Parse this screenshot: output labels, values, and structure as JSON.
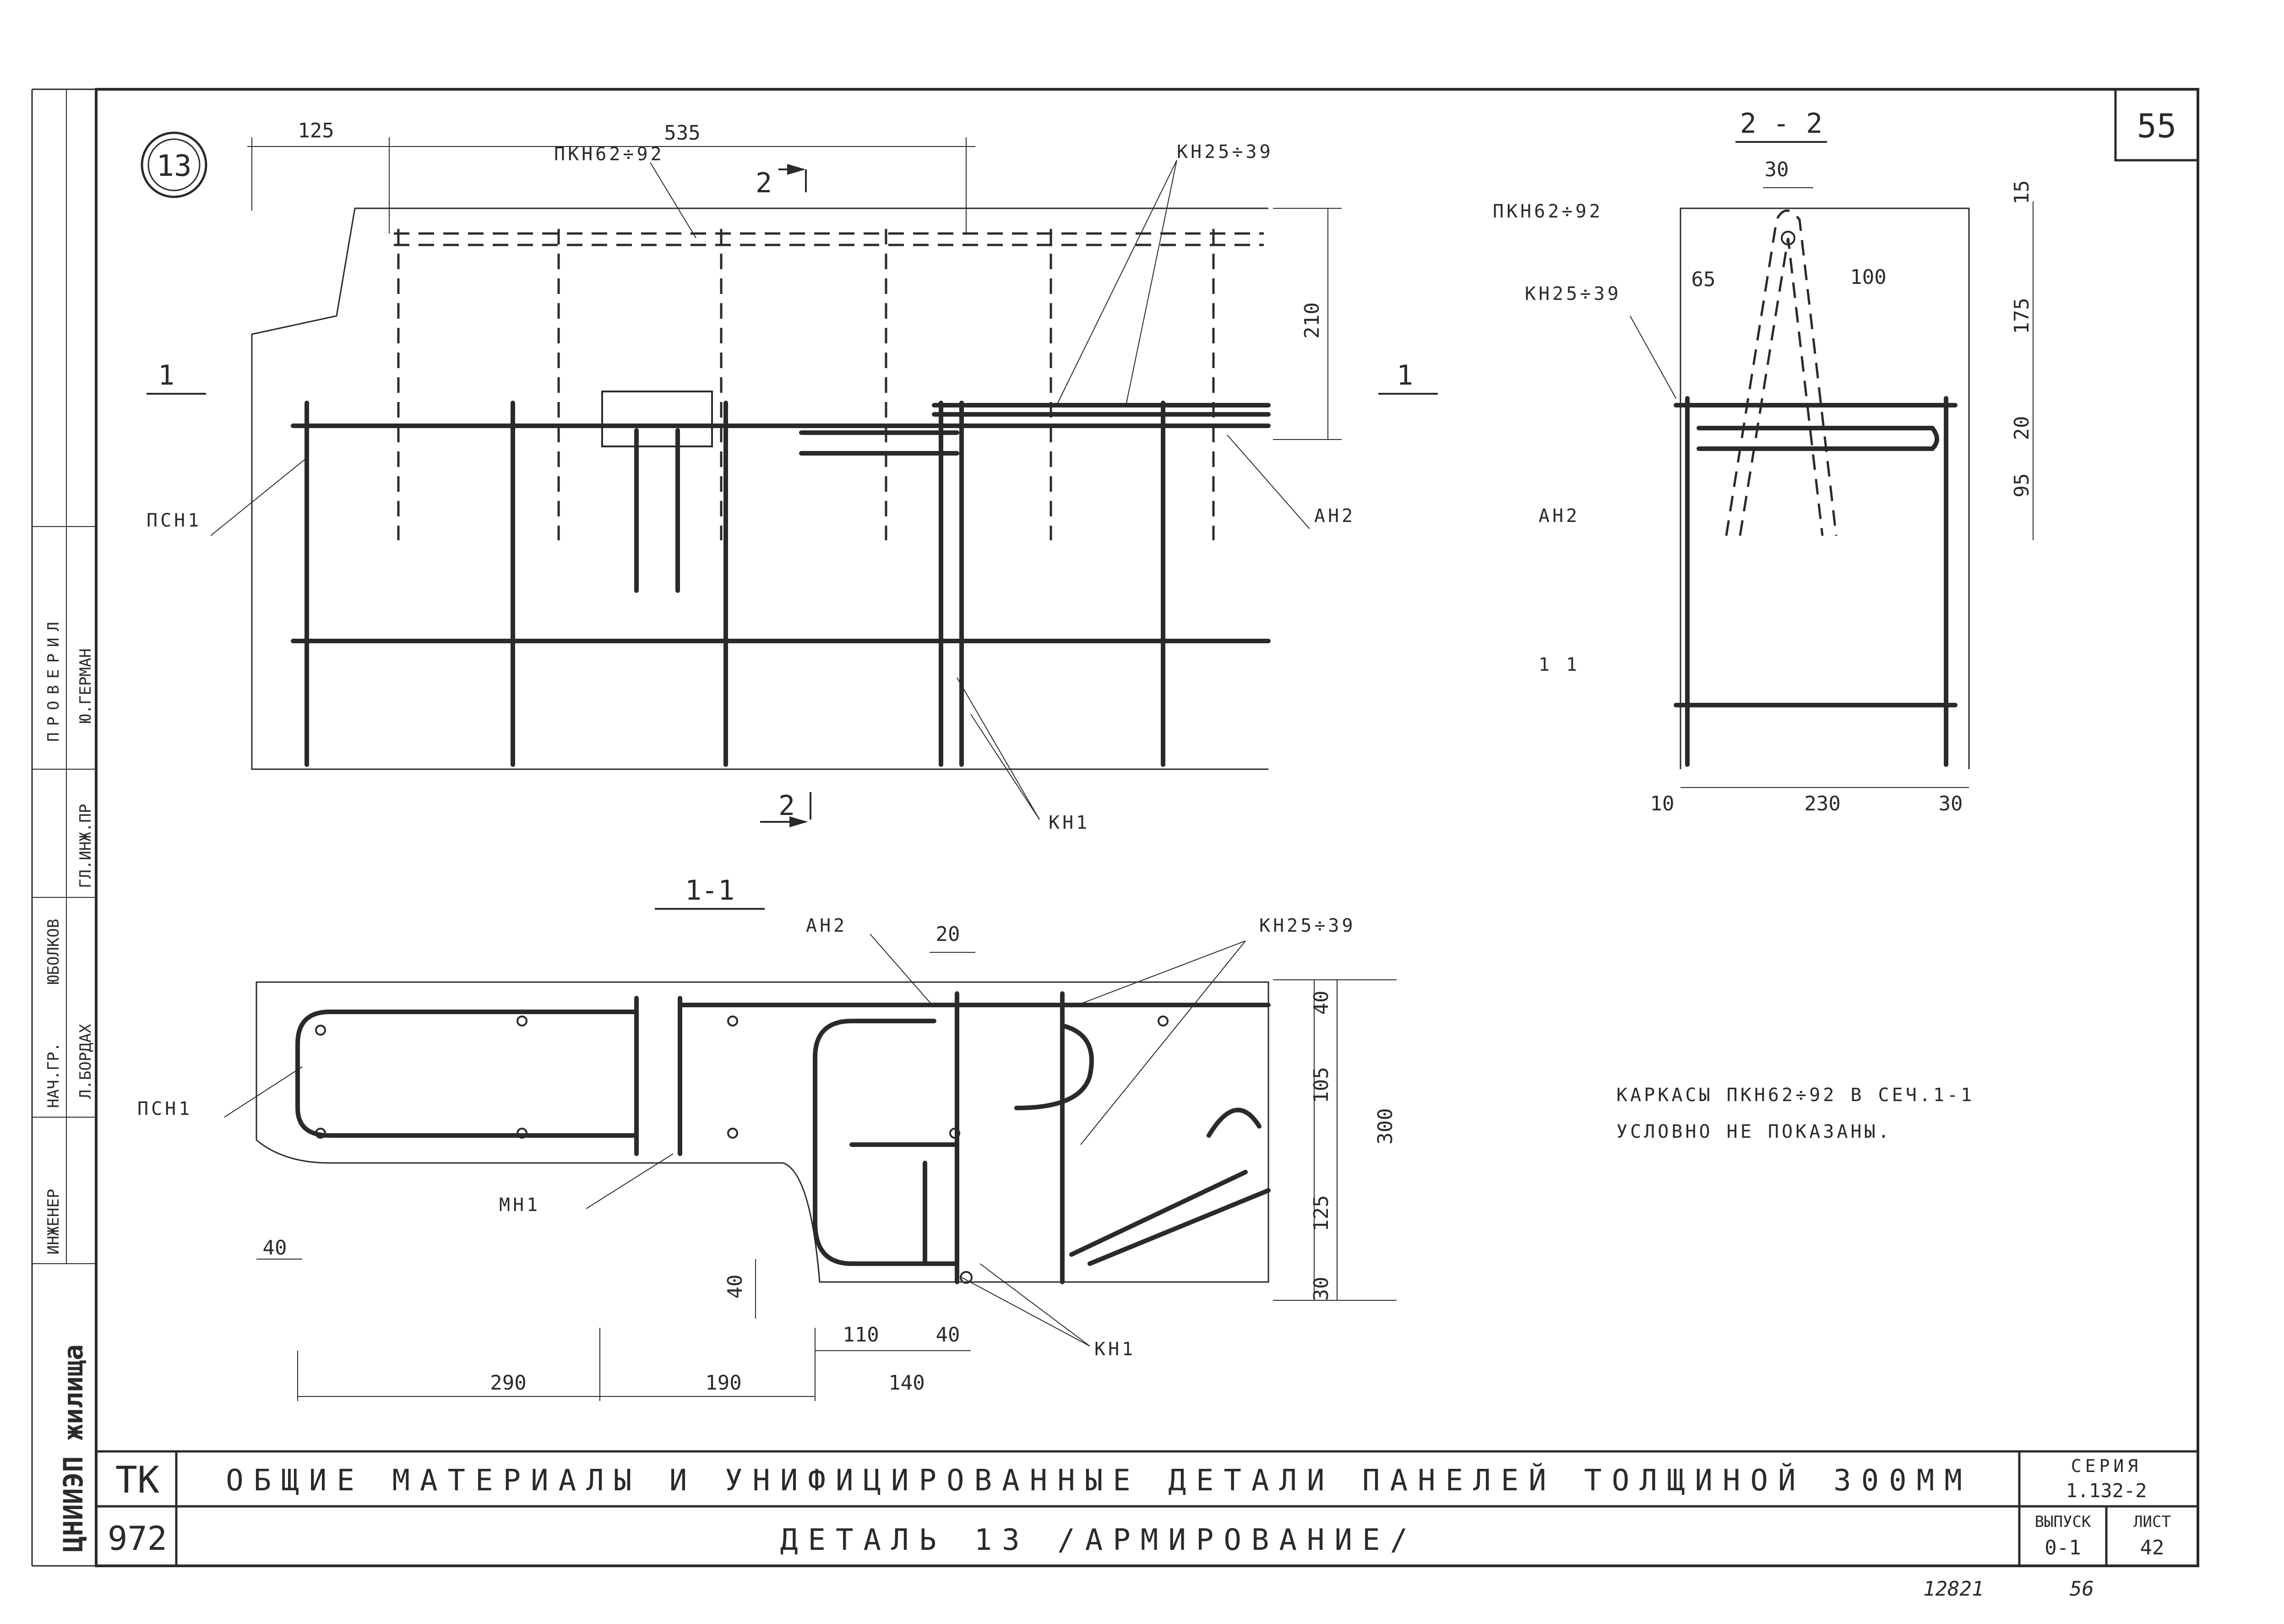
{
  "sheet": {
    "page_number": "55",
    "detail_number": "13",
    "bottom_code": "12821",
    "bottom_page": "56",
    "margin_stamp": "ЦНИИЭП жилища",
    "approvals": [
      "ИНЖЕНЕР",
      "НАЧ.ГР.",
      "ГЛ.ИНЖ.ПР",
      "ЮБОЛКОВ",
      "Л.БОРДАХ",
      "Ю.ГЕРМАН"
    ],
    "checked_label": "ПРОВЕРИЛ"
  },
  "plan": {
    "section_marks": [
      "1",
      "1",
      "2",
      "2"
    ],
    "dims": [
      "125",
      "535",
      "210"
    ],
    "labels": [
      "ПКН62÷92",
      "КН25÷39",
      "ПСН1",
      "АН2",
      "КН1"
    ]
  },
  "section22": {
    "title": "2 - 2",
    "dims": [
      "30",
      "65",
      "100",
      "15",
      "175",
      "20",
      "95",
      "10",
      "230",
      "30"
    ],
    "labels": [
      "ПКН62÷92",
      "КН25÷39",
      "АН2",
      "1 1"
    ]
  },
  "section11": {
    "title": "1-1",
    "dims": [
      "20",
      "40",
      "105",
      "300",
      "125",
      "30",
      "40",
      "40",
      "110",
      "40",
      "290",
      "190",
      "140"
    ],
    "labels": [
      "АН2",
      "КН25÷39",
      "ПСН1",
      "МН1",
      "КН1"
    ]
  },
  "note": {
    "line1": "КАРКАСЫ ПКН62÷92 В СЕЧ.1-1",
    "line2": "УСЛОВНО НЕ ПОКАЗАНЫ."
  },
  "titleblock": {
    "code_top": "ТК",
    "code_bottom": "972",
    "title_line1": "ОБЩИЕ МАТЕРИАЛЫ И УНИФИЦИРОВАННЫЕ ДЕТАЛИ ПАНЕЛЕЙ ТОЛЩИНОЙ 300ММ",
    "title_line2": "ДЕТАЛЬ 13 /АРМИРОВАНИЕ/",
    "series_label": "СЕРИЯ",
    "series_value": "1.132-2",
    "issue_label": "ВЫПУСК",
    "issue_value": "0-1",
    "sheet_label": "ЛИСТ",
    "sheet_value": "42"
  }
}
